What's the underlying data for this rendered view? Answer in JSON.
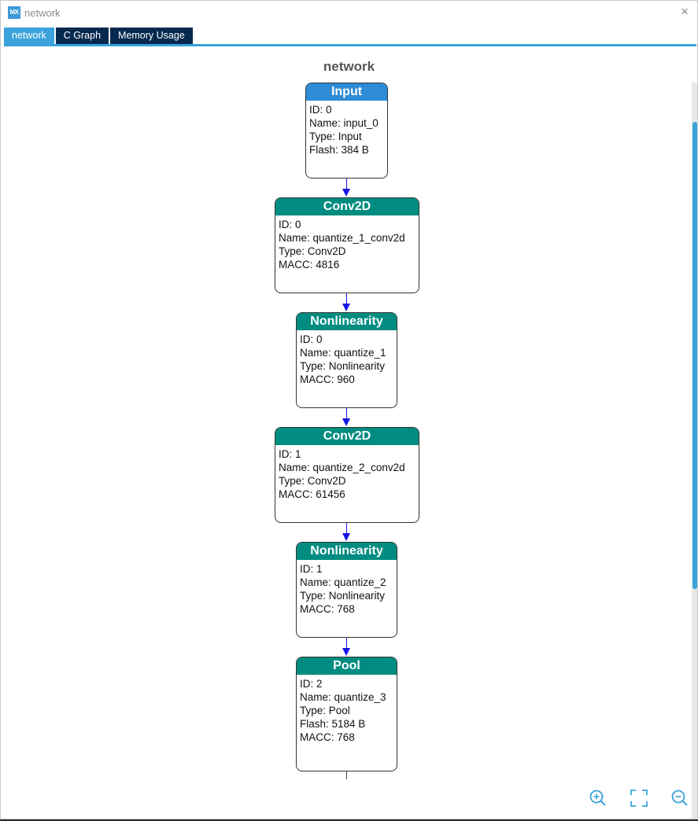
{
  "window": {
    "title": "network",
    "app_icon": "MX",
    "close_icon": "×"
  },
  "tabs": [
    {
      "label": "network",
      "active": true
    },
    {
      "label": "C Graph",
      "active": false
    },
    {
      "label": "Memory Usage",
      "active": false
    }
  ],
  "graph": {
    "title": "network",
    "nodes": [
      {
        "header": "Input",
        "header_color": "#2e8bd6",
        "lines": [
          "ID: 0",
          "Name: input_0",
          "Type: Input",
          "Flash: 384 B"
        ]
      },
      {
        "header": "Conv2D",
        "header_color": "#008c80",
        "lines": [
          "ID: 0",
          "Name: quantize_1_conv2d",
          "Type: Conv2D",
          "MACC: 4816"
        ]
      },
      {
        "header": "Nonlinearity",
        "header_color": "#008c80",
        "lines": [
          "ID: 0",
          "Name: quantize_1",
          "Type: Nonlinearity",
          "MACC: 960"
        ]
      },
      {
        "header": "Conv2D",
        "header_color": "#008c80",
        "lines": [
          "ID: 1",
          "Name: quantize_2_conv2d",
          "Type: Conv2D",
          "MACC: 61456"
        ]
      },
      {
        "header": "Nonlinearity",
        "header_color": "#008c80",
        "lines": [
          "ID: 1",
          "Name: quantize_2",
          "Type: Nonlinearity",
          "MACC: 768"
        ]
      },
      {
        "header": "Pool",
        "header_color": "#008c80",
        "lines": [
          "ID: 2",
          "Name: quantize_3",
          "Type: Pool",
          "Flash: 5184 B",
          "MACC: 768"
        ]
      }
    ]
  },
  "zoom_controls": [
    {
      "icon": "zoom-in-icon"
    },
    {
      "icon": "fit-to-screen-icon"
    },
    {
      "icon": "zoom-out-icon"
    }
  ],
  "colors": {
    "accent": "#3aa3db",
    "tab_inactive": "#062a4f",
    "node_teal": "#008c80",
    "node_input": "#2e8bd6",
    "edge": "#1414e6"
  }
}
